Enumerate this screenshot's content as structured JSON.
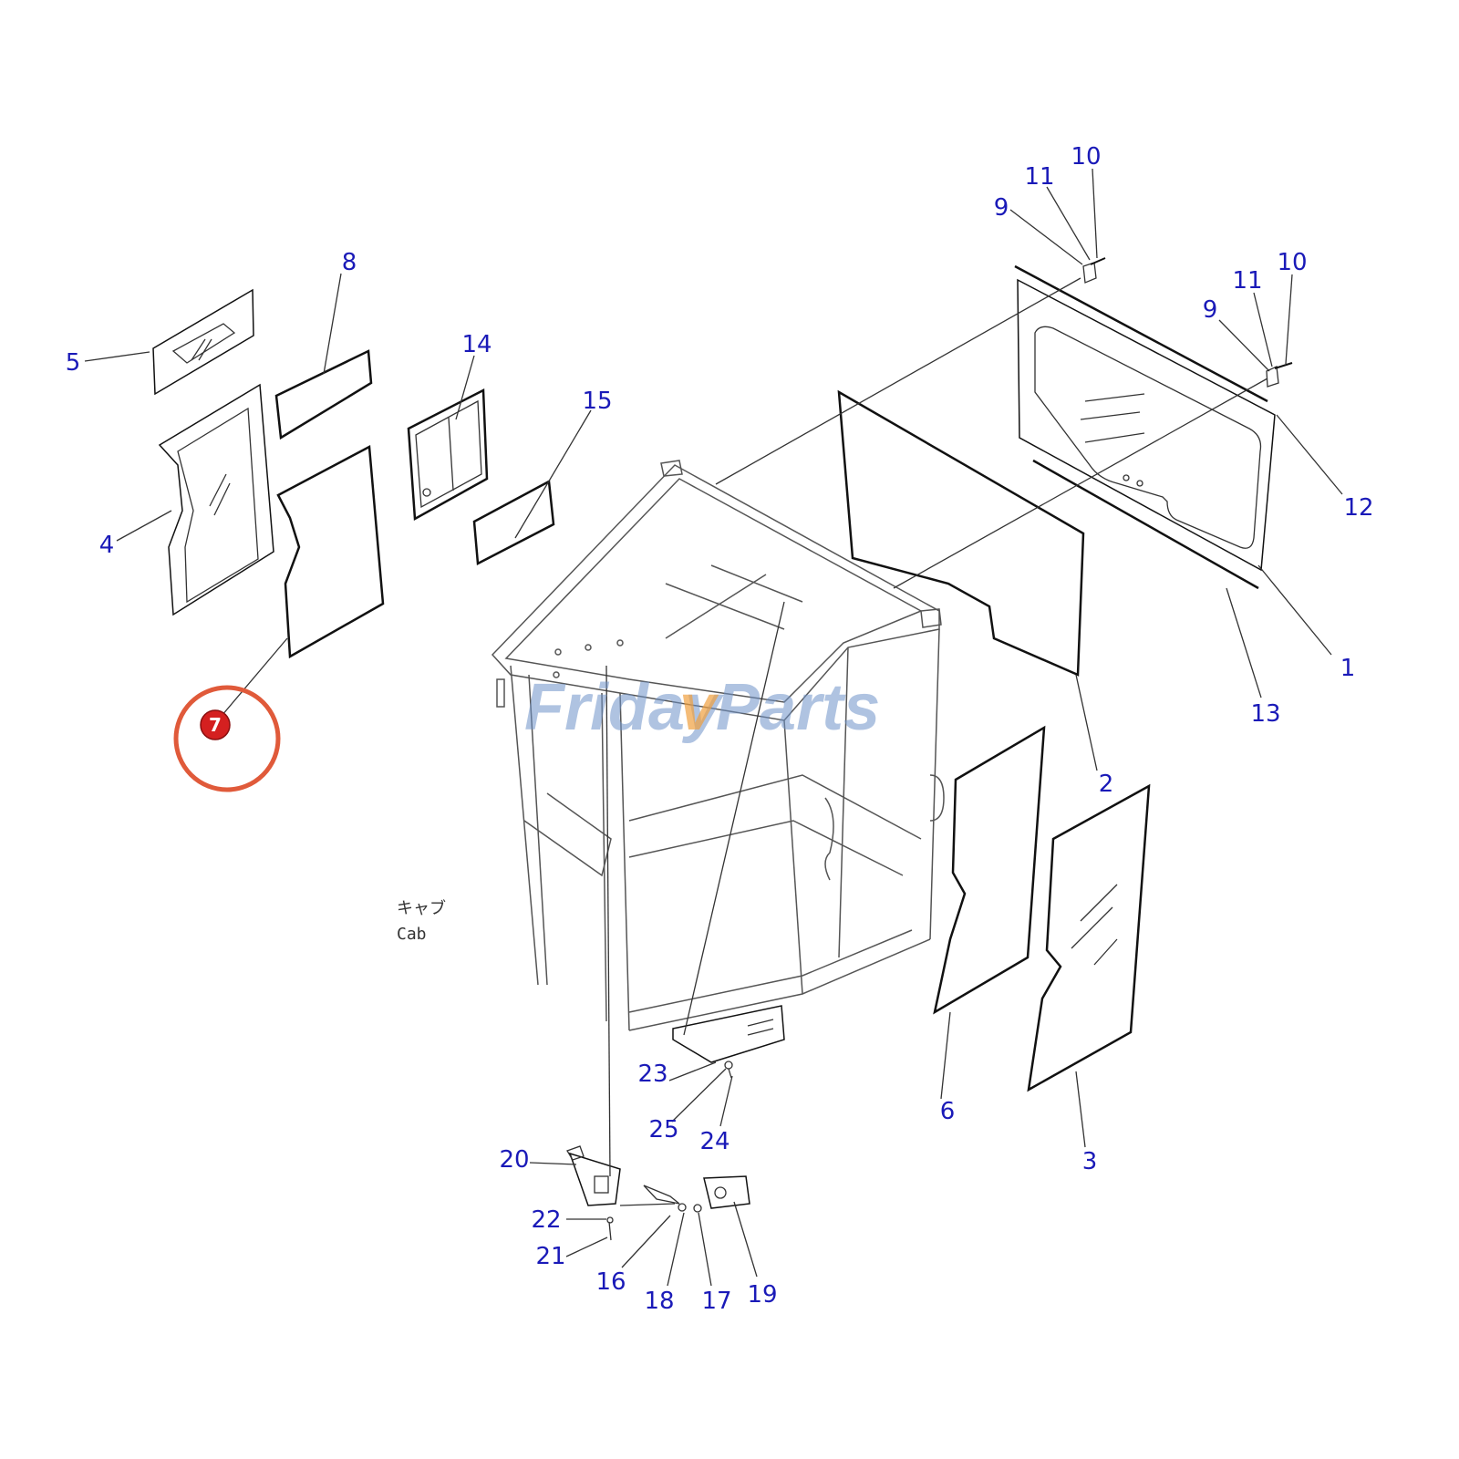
{
  "diagram": {
    "caption_jp": "キャブ",
    "caption_en": "Cab",
    "watermark_main": "Friday",
    "watermark_v": "v",
    "watermark_tail": "Parts",
    "highlight_color": "#e05a3a",
    "label_color": "#1a1ab8",
    "highlighted_part": "7",
    "callouts": {
      "p1": "1",
      "p2": "2",
      "p3": "3",
      "p4": "4",
      "p5": "5",
      "p6": "6",
      "p8": "8",
      "p9a": "9",
      "p9b": "9",
      "p10a": "10",
      "p10b": "10",
      "p11a": "11",
      "p11b": "11",
      "p12": "12",
      "p13": "13",
      "p14": "14",
      "p15": "15",
      "p16": "16",
      "p17": "17",
      "p18": "18",
      "p19": "19",
      "p20": "20",
      "p21": "21",
      "p22": "22",
      "p23": "23",
      "p24": "24",
      "p25": "25"
    }
  }
}
